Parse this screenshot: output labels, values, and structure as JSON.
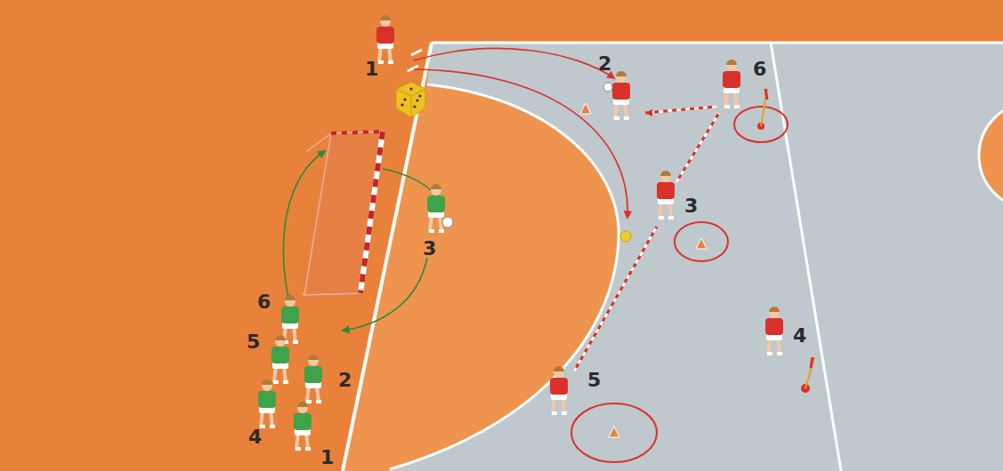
{
  "diagram": {
    "labels": [
      "1",
      "2",
      "6",
      "3",
      "3",
      "6",
      "4",
      "5",
      "2",
      "5",
      "4",
      "1"
    ]
  }
}
